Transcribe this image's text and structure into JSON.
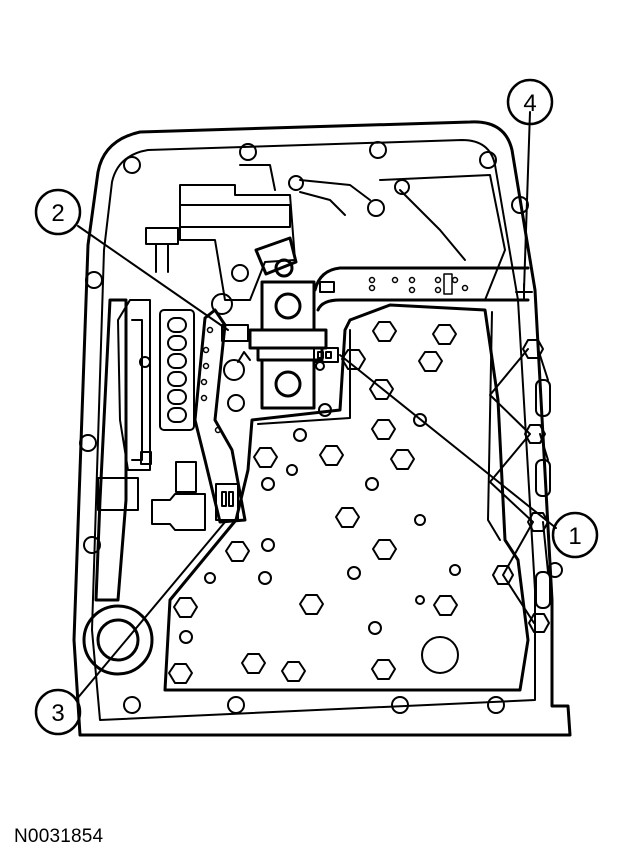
{
  "figure": {
    "reference_id": "N0031854",
    "callouts": [
      {
        "label": "1"
      },
      {
        "label": "2"
      },
      {
        "label": "3"
      },
      {
        "label": "4"
      }
    ]
  }
}
